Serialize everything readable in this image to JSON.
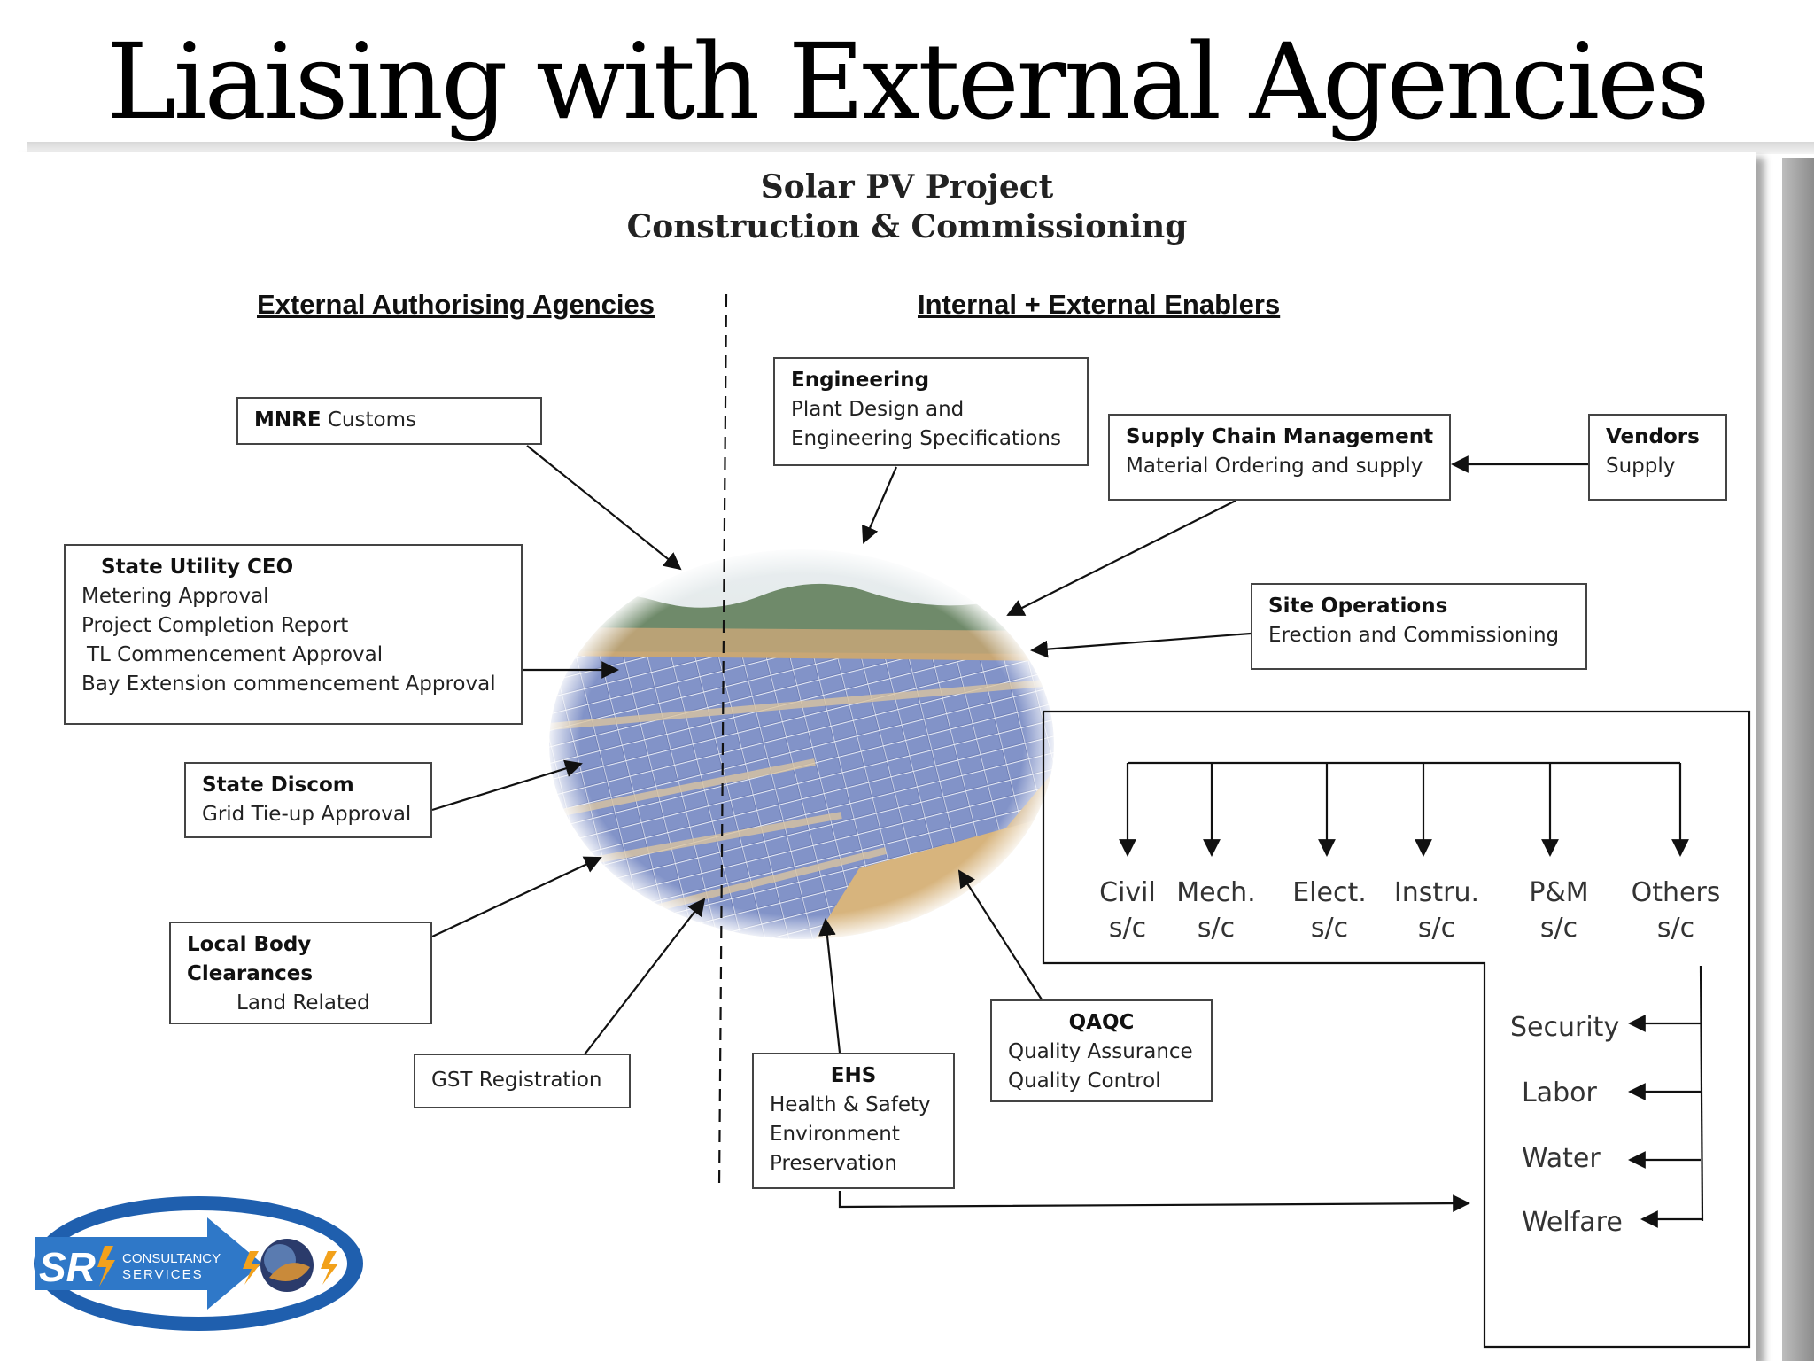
{
  "title": "Liaising with External Agencies",
  "diagram": {
    "header": {
      "line1": "Solar PV Project",
      "line2": "Construction & Commissioning"
    },
    "sections": {
      "left": "External Authorising Agencies",
      "right": "Internal + External Enablers"
    },
    "external": {
      "mnre": {
        "bold": "MNRE",
        "text": " Customs"
      },
      "state_utility": {
        "title": "State Utility CEO",
        "lines": [
          "Metering Approval",
          "Project Completion Report",
          "TL Commencement Approval",
          "Bay Extension commencement Approval"
        ]
      },
      "state_discom": {
        "title": "State Discom",
        "text": "Grid Tie-up Approval"
      },
      "local_body": {
        "title1": "Local Body",
        "title2": "Clearances",
        "text": "Land Related"
      },
      "gst": {
        "text": "GST Registration"
      }
    },
    "enablers": {
      "engineering": {
        "title": "Engineering",
        "lines": [
          "Plant Design and",
          "Engineering Specifications"
        ]
      },
      "scm": {
        "title": "Supply Chain Management",
        "text": "Material Ordering and supply"
      },
      "vendors": {
        "title": "Vendors",
        "text": "Supply"
      },
      "site_ops": {
        "title": "Site Operations",
        "text": "Erection and Commissioning"
      },
      "qaqc": {
        "title": "QAQC",
        "lines": [
          "Quality Assurance",
          "Quality Control"
        ]
      },
      "ehs": {
        "title": "EHS",
        "lines": [
          "Health & Safety",
          "Environment",
          "Preservation"
        ]
      }
    },
    "subcontractors": [
      {
        "name": "Civil",
        "suffix": "s/c"
      },
      {
        "name": "Mech.",
        "suffix": "s/c"
      },
      {
        "name": "Elect.",
        "suffix": "s/c"
      },
      {
        "name": "Instru.",
        "suffix": "s/c"
      },
      {
        "name": "P&M",
        "suffix": "s/c"
      },
      {
        "name": "Others",
        "suffix": "s/c"
      }
    ],
    "services": [
      "Security",
      "Labor",
      "Water",
      "Welfare"
    ]
  },
  "logo": {
    "text": "SR CONSULTANCY SERVICES",
    "colors": {
      "oval": "#1f5fae",
      "arrow": "#2f78c8",
      "bolt": "#f2a11b"
    }
  }
}
